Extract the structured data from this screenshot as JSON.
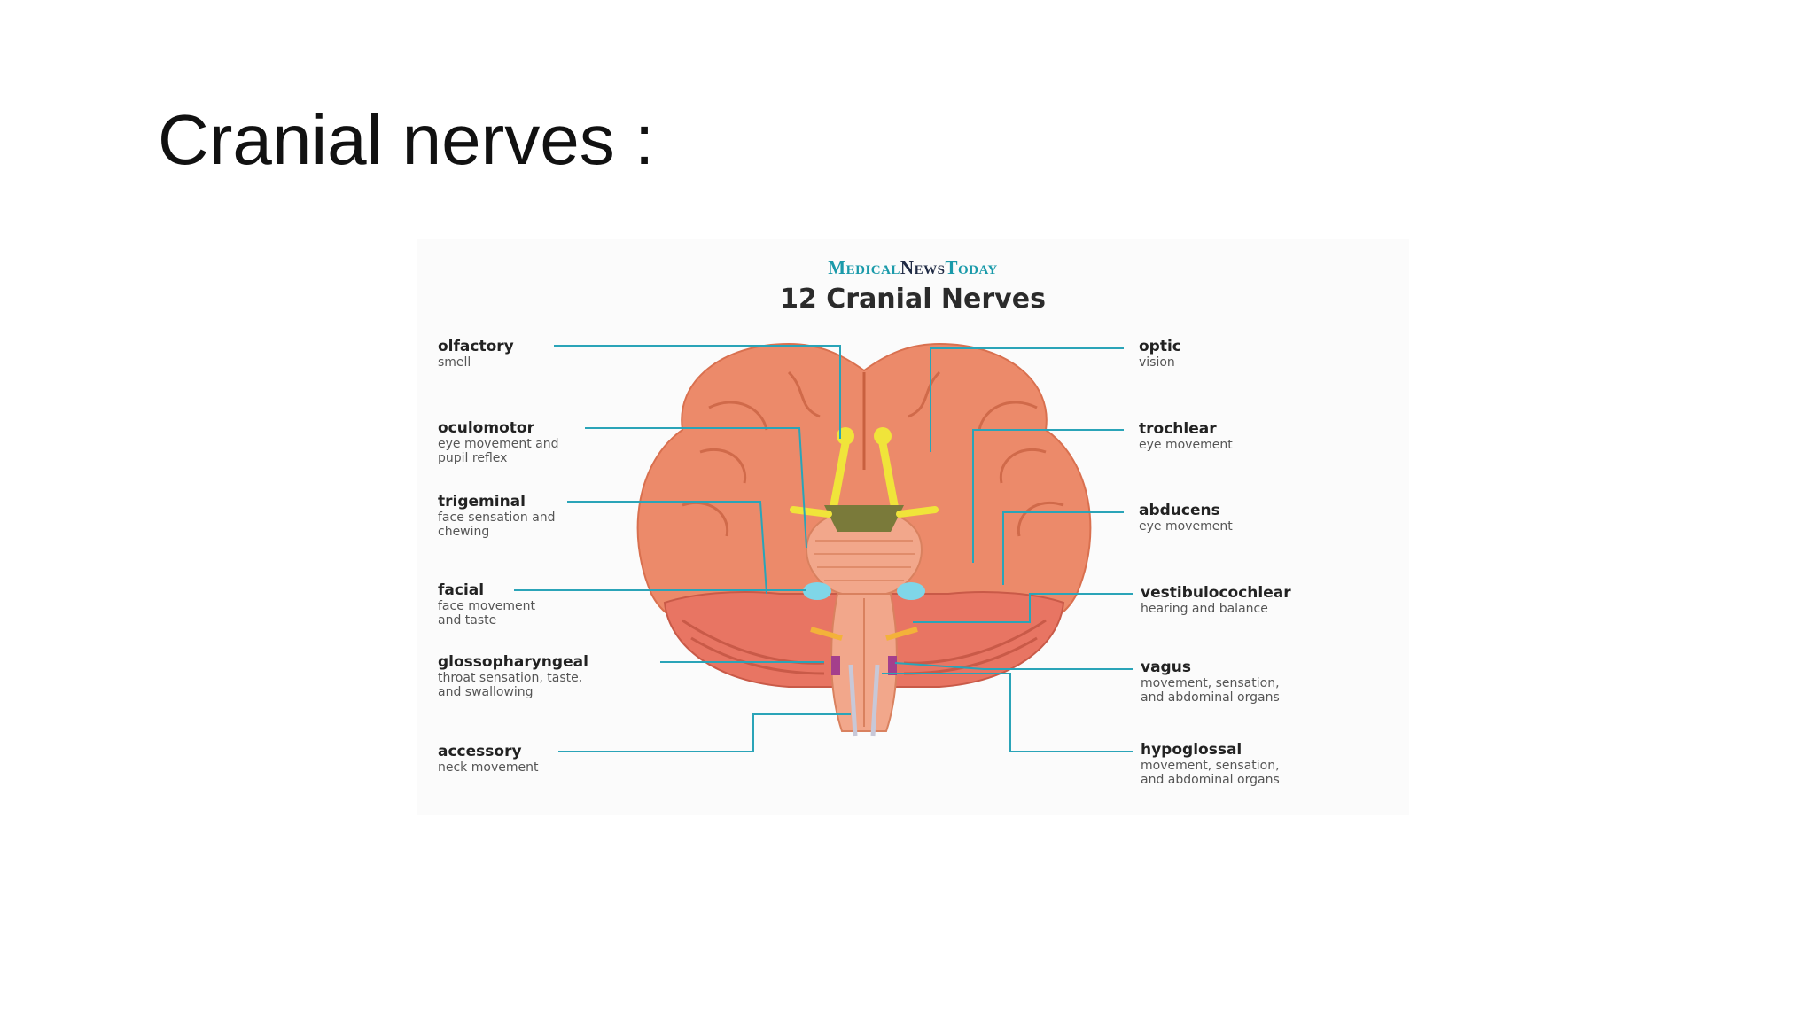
{
  "slide": {
    "title": "Cranial nerves :"
  },
  "figure": {
    "brand": {
      "part1": "Medical",
      "part2": "News",
      "part3": "Today"
    },
    "title": "12 Cranial Nerves",
    "line_color": "#2aa4b8",
    "brain_color": "#ec8a6a",
    "left_labels": [
      {
        "name": "olfactory",
        "desc": [
          "smell"
        ]
      },
      {
        "name": "oculomotor",
        "desc": [
          "eye movement and",
          "pupil reflex"
        ]
      },
      {
        "name": "trigeminal",
        "desc": [
          "face sensation and",
          "chewing"
        ]
      },
      {
        "name": "facial",
        "desc": [
          "face movement",
          "and taste"
        ]
      },
      {
        "name": "glossopharyngeal",
        "desc": [
          "throat sensation, taste,",
          "and swallowing"
        ]
      },
      {
        "name": "accessory",
        "desc": [
          "neck movement"
        ]
      }
    ],
    "right_labels": [
      {
        "name": "optic",
        "desc": [
          "vision"
        ]
      },
      {
        "name": "trochlear",
        "desc": [
          "eye movement"
        ]
      },
      {
        "name": "abducens",
        "desc": [
          "eye movement"
        ]
      },
      {
        "name": "vestibulocochlear",
        "desc": [
          "hearing and balance"
        ]
      },
      {
        "name": "vagus",
        "desc": [
          "movement, sensation,",
          "and abdominal organs"
        ]
      },
      {
        "name": "hypoglossal",
        "desc": [
          "movement, sensation,",
          "and abdominal organs"
        ]
      }
    ]
  }
}
